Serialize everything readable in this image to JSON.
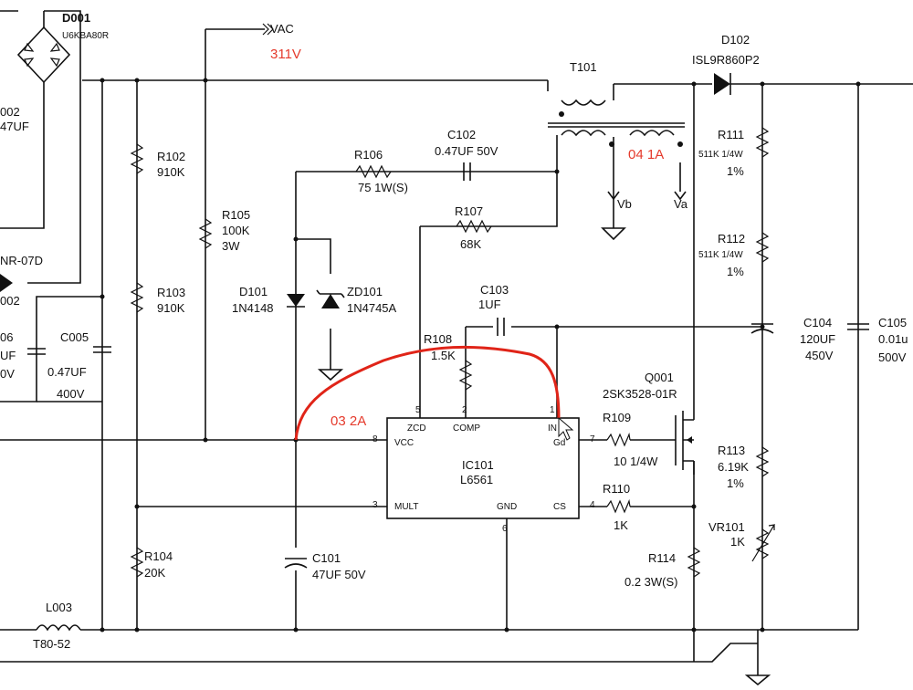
{
  "components": {
    "d001": {
      "ref": "D001",
      "part": "U6KBA80R"
    },
    "c002": {
      "ref": "002",
      "value": "47UF"
    },
    "nr": {
      "ref": "NR-07D"
    },
    "z002": {
      "ref": "002"
    },
    "c006": {
      "ref": "06",
      "v1": "UF",
      "v2": "0V"
    },
    "c005": {
      "ref": "C005",
      "value": "0.47UF",
      "volt": "400V"
    },
    "r102": {
      "ref": "R102",
      "value": "910K"
    },
    "r103": {
      "ref": "R103",
      "value": "910K"
    },
    "r104": {
      "ref": "R104",
      "value": "20K"
    },
    "r105": {
      "ref": "R105",
      "value": "100K",
      "power": "3W"
    },
    "vac": {
      "label": "VAC"
    },
    "r106": {
      "ref": "R106",
      "value": "75 1W(S)"
    },
    "c102": {
      "ref": "C102",
      "value": "0.47UF  50V"
    },
    "r107": {
      "ref": "R107",
      "value": "68K"
    },
    "d101": {
      "ref": "D101",
      "part": "1N4148"
    },
    "zd101": {
      "ref": "ZD101",
      "part": "1N4745A"
    },
    "c103": {
      "ref": "C103",
      "value": "1UF"
    },
    "r108": {
      "ref": "R108",
      "value": "1.5K"
    },
    "ic101": {
      "ref": "IC101",
      "part": "L6561",
      "pins": {
        "zcd": "ZCD",
        "comp": "COMP",
        "inv": "IN",
        "vcc": "VCC",
        "gd": "Gd",
        "mult": "MULT",
        "gnd": "GND",
        "cs": "CS"
      }
    },
    "pin_numbers": {
      "p8": "8",
      "p3": "3",
      "p5": "5",
      "p2": "2",
      "p1": "1",
      "p7": "7",
      "p4": "4",
      "p6": "6"
    },
    "c101": {
      "ref": "C101",
      "value": "47UF  50V"
    },
    "t101": {
      "ref": "T101"
    },
    "vb": {
      "label": "Vb"
    },
    "va": {
      "label": "Va"
    },
    "d102": {
      "ref": "D102",
      "part": "ISL9R860P2"
    },
    "r111": {
      "ref": "R111",
      "value": "511K 1/4W",
      "tol": "1%"
    },
    "r112": {
      "ref": "R112",
      "value": "511K 1/4W",
      "tol": "1%"
    },
    "q001": {
      "ref": "Q001",
      "part": "2SK3528-01R"
    },
    "r109": {
      "ref": "R109",
      "value": "10 1/4W"
    },
    "r110": {
      "ref": "R110",
      "value": "1K"
    },
    "r114": {
      "ref": "R114",
      "value": "0.2 3W(S)"
    },
    "r113": {
      "ref": "R113",
      "value": "6.19K",
      "tol": "1%"
    },
    "vr101": {
      "ref": "VR101",
      "value": "1K"
    },
    "c104": {
      "ref": "C104",
      "value": "120UF",
      "volt": "450V"
    },
    "c105": {
      "ref": "C105",
      "v1": "0.01u",
      "v2": "500V"
    },
    "l003": {
      "ref": "L003",
      "part": "T80-52"
    }
  },
  "annotations": {
    "v311": "311V",
    "a041": "04 1A",
    "a032": "03 2A"
  },
  "colors": {
    "wire": "#111111",
    "annotation": "#e53a2c",
    "background": "#ffffff"
  }
}
